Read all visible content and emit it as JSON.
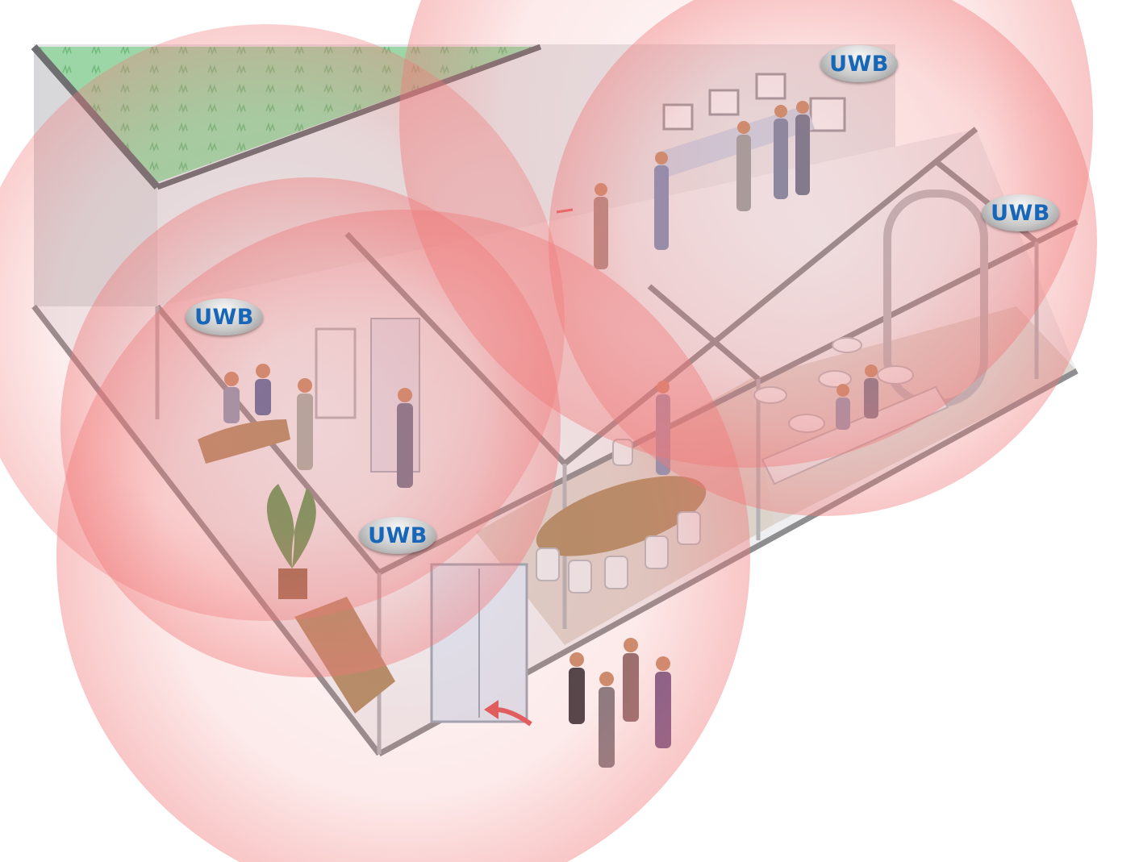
{
  "colors": {
    "zone_fill": "#f07878",
    "badge_text": "#1766b7",
    "roof": "#8fd49a",
    "wall": "#e3e3e5",
    "beam": "#8e8e90",
    "floor": "#d9cfc6",
    "arrow": "#e05a5a"
  },
  "icons": [
    "uwb-anchor-badge",
    "direction-arrow",
    "person-figure",
    "table",
    "chair",
    "plant",
    "sofa",
    "door"
  ],
  "anchors": [
    {
      "label": "UWB"
    },
    {
      "label": "UWB"
    },
    {
      "label": "UWB"
    },
    {
      "label": "UWB"
    }
  ]
}
